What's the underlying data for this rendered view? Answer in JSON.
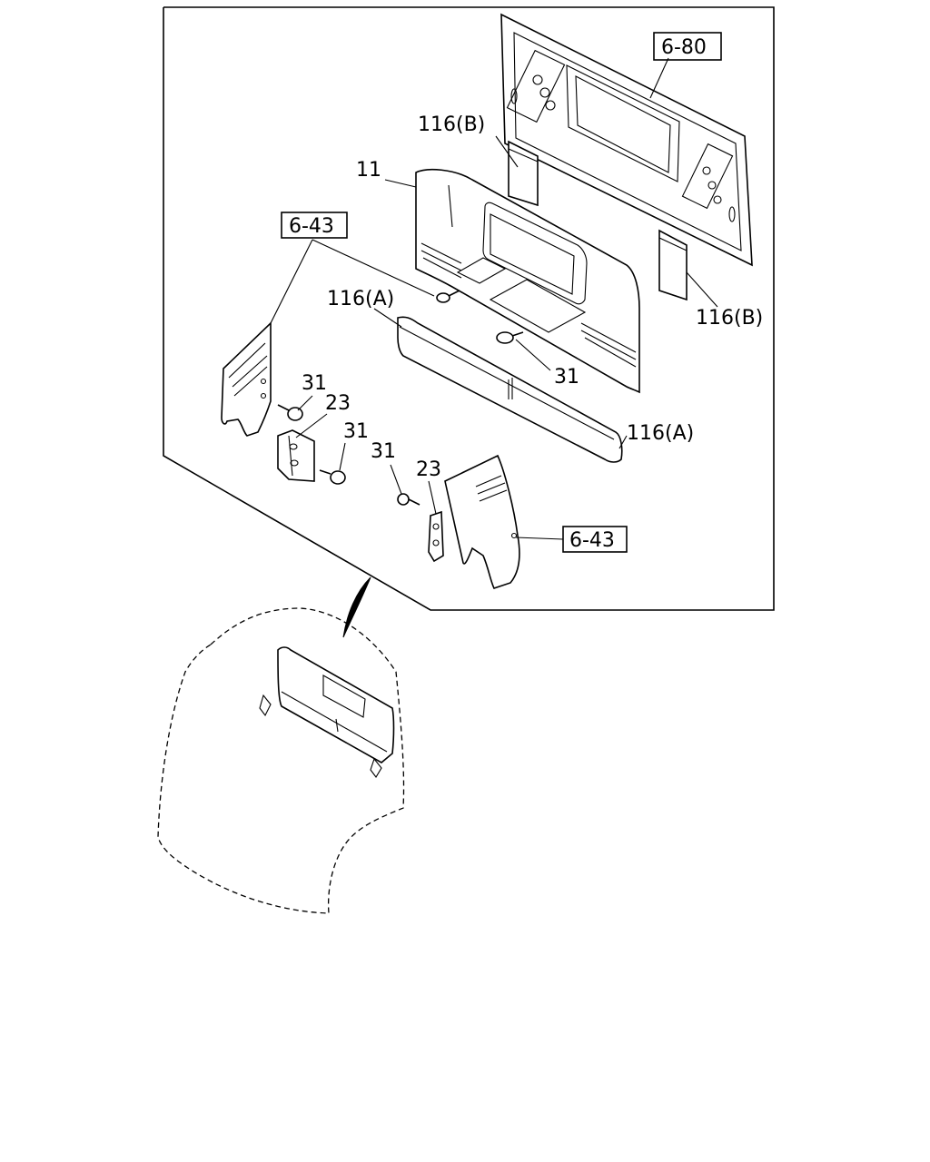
{
  "callouts": {
    "ref_6_80": "6-80",
    "ref_6_43_left": "6-43",
    "ref_6_43_right": "6-43",
    "p116b_top": "116(B)",
    "p116b_right": "116(B)",
    "p11": "11",
    "p116a_left": "116(A)",
    "p116a_right": "116(A)",
    "p31_center": "31",
    "p31_left_a": "31",
    "p31_left_b": "31",
    "p31_right": "31",
    "p23_left": "23",
    "p23_right": "23"
  }
}
